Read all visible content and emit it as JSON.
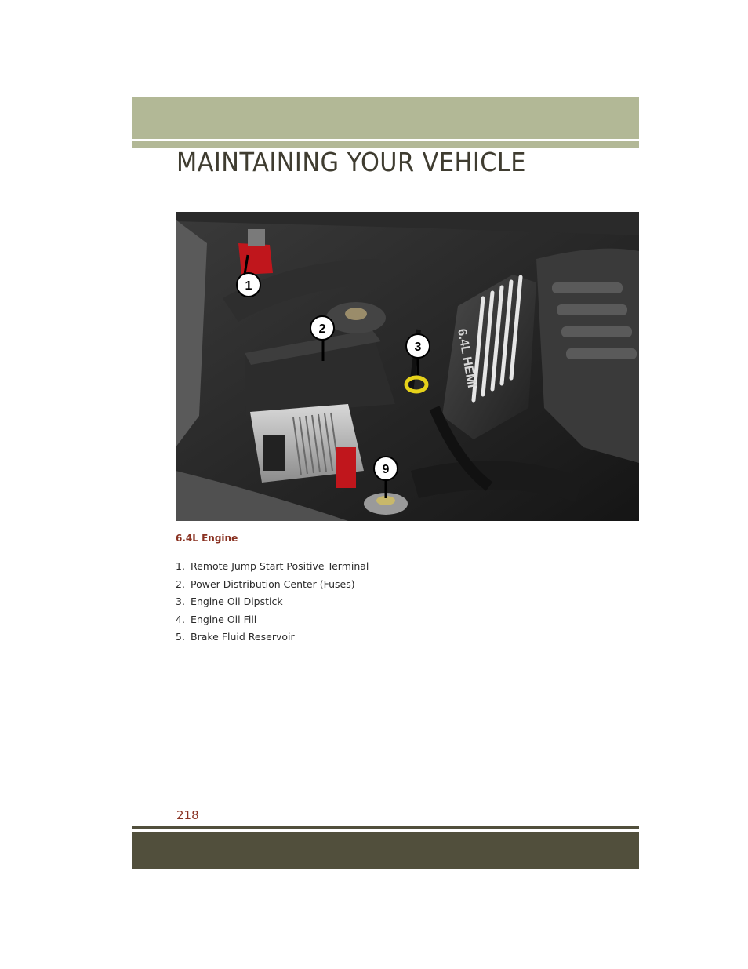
{
  "header": {
    "title": "MAINTAINING YOUR VEHICLE"
  },
  "figure": {
    "callouts": [
      "1",
      "2",
      "3",
      "9"
    ],
    "engine_cover_text": "6.4L HEMI",
    "caption": "6.4L Engine"
  },
  "legend": [
    {
      "num": "1.",
      "label": "Remote Jump Start Positive Terminal"
    },
    {
      "num": "2.",
      "label": "Power Distribution Center (Fuses)"
    },
    {
      "num": "3.",
      "label": "Engine Oil Dipstick"
    },
    {
      "num": "4.",
      "label": "Engine Oil Fill"
    },
    {
      "num": "5.",
      "label": "Brake Fluid Reservoir"
    }
  ],
  "footer": {
    "page_number": "218"
  },
  "colors": {
    "header_band": "#b2b896",
    "footer_band": "#514f3c",
    "accent_text": "#8a3222",
    "jump_terminal_red": "#c0161c",
    "dipstick_yellow": "#e6d21a"
  }
}
